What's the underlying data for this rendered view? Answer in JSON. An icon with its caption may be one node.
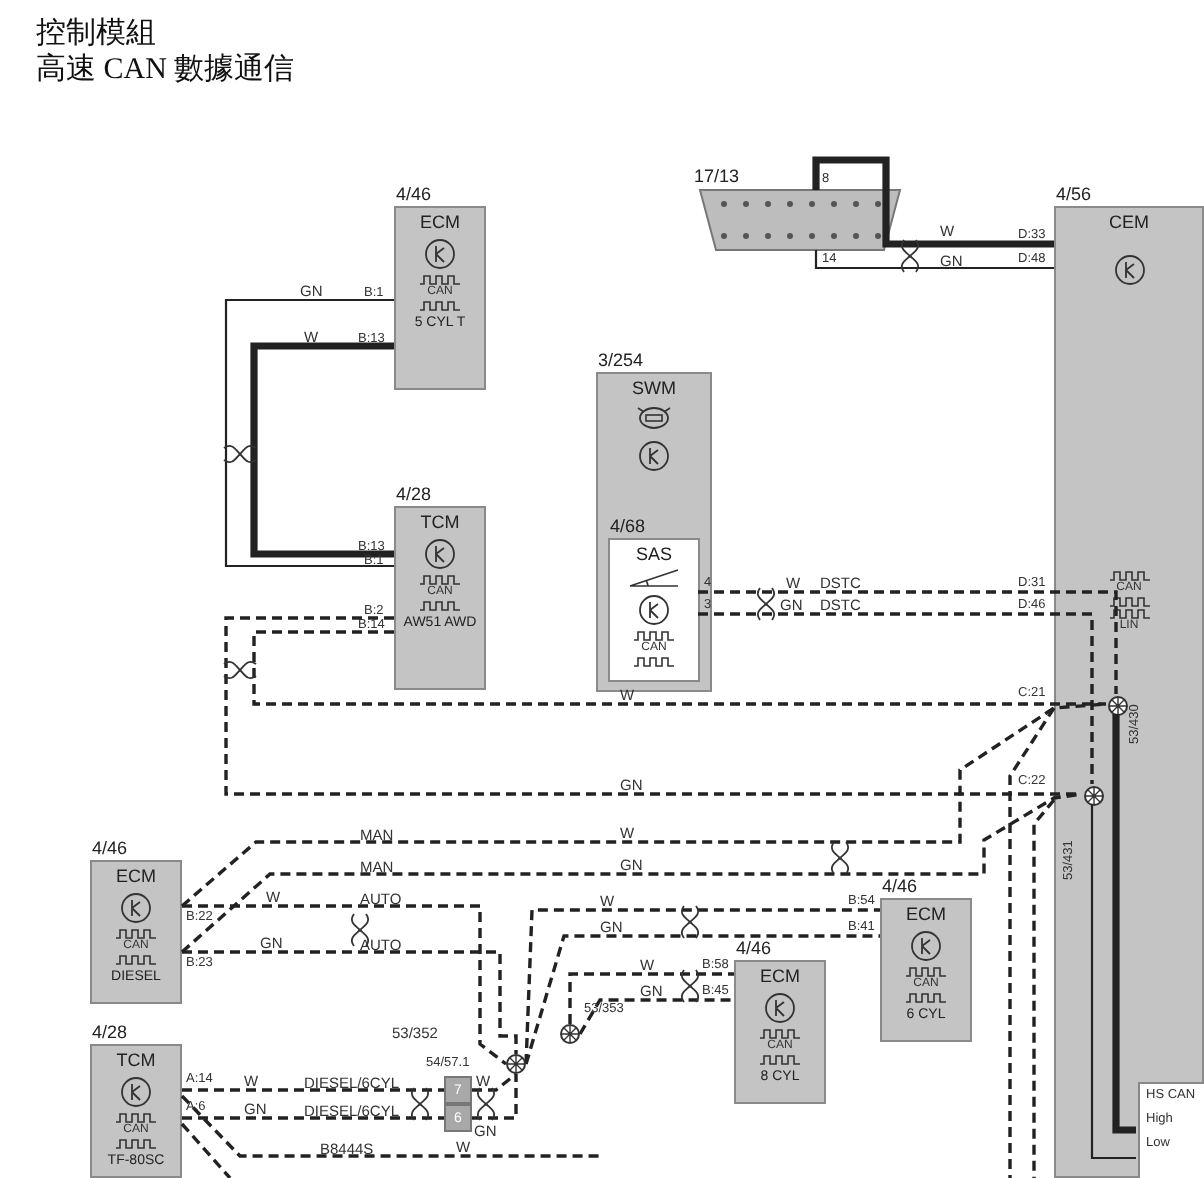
{
  "diagram": {
    "title": "控制模組",
    "nodes": [
      {
        "text": [
          "4/46",
          "ECM",
          "CAN",
          "5 CYL T"
        ],
        "beside": [
          "B:1",
          "B:13"
        ]
      },
      {
        "text": [
          "4/28",
          "TCM",
          "CAN",
          "AW51 AWD"
        ],
        "beside": [
          "B:13",
          "B:1",
          "B:2",
          "B:14"
        ]
      },
      {
        "text": [
          "3/254",
          "SWM"
        ]
      },
      {
        "text": [
          "4/68",
          "SAS",
          "CAN"
        ],
        "in": 2,
        "beside": [
          "4",
          "3"
        ]
      },
      {
        "text": [
          "17/13"
        ],
        "beside": [
          "8",
          "14"
        ]
      },
      {
        "text": [
          "4/56",
          "CEM",
          "CAN",
          "LIN"
        ],
        "beside": [
          "D:33",
          "D:48",
          "D:31",
          "D:46",
          "C:21",
          "C:22"
        ]
      },
      {
        "text": [
          "4/46",
          "ECM",
          "CAN",
          "DIESEL"
        ],
        "beside": [
          "B:22",
          "B:23"
        ]
      },
      {
        "text": [
          "4/46",
          "ECM",
          "CAN",
          "6 CYL"
        ],
        "beside": [
          "B:54",
          "B:41"
        ]
      },
      {
        "text": [
          "4/46",
          "ECM",
          "CAN",
          "8 CYL"
        ],
        "beside": [
          "B:58",
          "B:45"
        ]
      },
      {
        "text": [
          "4/28",
          "TCM",
          "CAN",
          "TF-80SC"
        ],
        "beside": [
          "A:14",
          "A:6"
        ]
      },
      {
        "text": [
          "7",
          "6"
        ],
        "beside": [
          "54/57.1"
        ]
      },
      {
        "text": [],
        "shape": "circle"
      },
      {
        "text": [],
        "shape": "circle",
        "beside": [
          "53/353"
        ]
      },
      {
        "text": [],
        "shape": "circle",
        "in": 5,
        "beside": [
          "53/430"
        ]
      },
      {
        "text": [],
        "shape": "circle",
        "in": 5,
        "beside": [
          "53/431"
        ]
      },
      {
        "text": [
          "HS CAN",
          "High",
          "Low"
        ],
        "in": 5
      }
    ],
    "edges": [
      {
        "from": 0,
        "to": 1,
        "arrow": "none",
        "label": "GN"
      },
      {
        "from": 0,
        "to": 1,
        "arrow": "none",
        "label": "W",
        "style": "thick"
      },
      {
        "from": 4,
        "to": 5,
        "arrow": "none",
        "label": "W",
        "style": "thick"
      },
      {
        "from": 4,
        "to": 5,
        "arrow": "none",
        "label": "GN"
      },
      {
        "from": 3,
        "to": 13,
        "arrow": "none",
        "label": "W",
        "style": "dashed"
      },
      {
        "from": 3,
        "to": 14,
        "arrow": "none",
        "label": "GN",
        "style": "dashed"
      },
      {
        "from": 1,
        "to": 13,
        "arrow": "none",
        "label": "W",
        "style": "dashed"
      },
      {
        "from": 1,
        "to": 14,
        "arrow": "none",
        "label": "GN",
        "style": "dashed"
      },
      {
        "from": 6,
        "to": 13,
        "arrow": "none",
        "label": "W",
        "style": "dashed"
      },
      {
        "from": 6,
        "to": 14,
        "arrow": "none",
        "label": "GN",
        "style": "dashed"
      },
      {
        "from": 5,
        "to": null,
        "arrow": "none",
        "style": "dashed"
      },
      {
        "from": 5,
        "to": null,
        "arrow": "none",
        "style": "dashed"
      },
      {
        "from": 6,
        "to": 11,
        "arrow": "none",
        "label": "W",
        "style": "dashed"
      },
      {
        "from": 6,
        "to": 11,
        "arrow": "none",
        "label": "GN",
        "style": "dashed"
      },
      {
        "from": 11,
        "to": 7,
        "arrow": "none",
        "label": "W",
        "style": "dashed"
      },
      {
        "from": 11,
        "to": 7,
        "arrow": "none",
        "label": "GN",
        "style": "dashed"
      },
      {
        "from": 12,
        "to": 8,
        "arrow": "none",
        "label": "W",
        "style": "dashed"
      },
      {
        "from": 12,
        "to": 8,
        "arrow": "none",
        "label": "GN",
        "style": "dashed"
      },
      {
        "from": 9,
        "to": 10,
        "arrow": "none",
        "label": "W",
        "style": "dashed"
      },
      {
        "from": 9,
        "to": 10,
        "arrow": "none",
        "label": "GN",
        "style": "dashed"
      },
      {
        "from": 10,
        "to": 11,
        "arrow": "none",
        "label": "W",
        "style": "dashed"
      },
      {
        "from": 10,
        "to": 11,
        "arrow": "none",
        "label": "GN",
        "style": "dashed"
      },
      {
        "from": 9,
        "to": null,
        "arrow": "none",
        "label": "W",
        "style": "dashed"
      },
      {
        "from": 9,
        "to": null,
        "arrow": "none",
        "style": "dashed"
      },
      {
        "from": 13,
        "to": 15,
        "arrow": "none",
        "style": "thick"
      },
      {
        "from": 14,
        "to": 15,
        "arrow": "none"
      }
    ],
    "labels": [
      "高速 CAN 數據通信",
      "DSTC",
      "DSTC",
      "MAN",
      "MAN",
      "AUTO",
      "AUTO",
      "53/352",
      "DIESEL/6CYL",
      "DIESEL/6CYL",
      "B8444S"
    ]
  }
}
